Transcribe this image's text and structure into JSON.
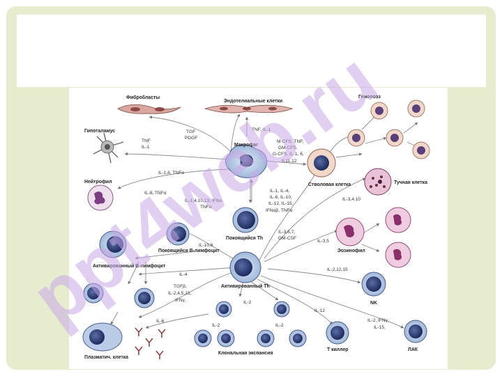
{
  "slide": {
    "title": "",
    "accent": "#e7eccf",
    "watermark_text": "ppt4web.ru",
    "watermark_color": "#c8a8e6"
  },
  "diagram": {
    "cells": {
      "fibroblasts": "Фибробласты",
      "endothelial": "Эндотелиальные клетки",
      "hypothalamus": "Гипоталамус",
      "macrophage": "Макрофаг",
      "hemopoiesis": "Гемопоэз",
      "neutrophil": "Нейтрофил",
      "stem_cell": "Стволовая клетка",
      "mast_cell": "Тучная клетка",
      "activated_b": "Активированный В-лимфоцит",
      "resting_b": "Покоящийся В-лимфоцит",
      "resting_th": "Покоящийся Th",
      "eosinophil": "Эозинофил",
      "activated_th": "Активированный Th",
      "nk": "NK",
      "plasma_cell": "Плазматич. клетка",
      "clonal_expansion": "Клональная экспансия",
      "t_killer": "Т киллер",
      "lak": "ЛАК"
    },
    "arrows": {
      "tnf_il1": [
        "TNF",
        "IL-1"
      ],
      "tgf_pdgf": [
        "TGF",
        "PDGF"
      ],
      "endo_tnf": "TNF, IL-1",
      "il1_6_tnf": "IL-1,6, TNFα",
      "il8_tnf": "IL-8, TNFα",
      "mac_stem": [
        "M-CFS, TNF,",
        "GM-CFS,",
        "G-CFS, IL-1, 6,",
        "8,11,12"
      ],
      "mac_th": [
        "IL-1,4,10,13, IFNα,",
        "TNFα"
      ],
      "th_mac": [
        "IL-1, IL-4,",
        "IL-6, IL-10,",
        "IL-12, IL-15,",
        "IFNαβ, TNFα"
      ],
      "th_stem": [
        "IL-3,6,7,",
        "GM-CSF"
      ],
      "mast": "IL-3,4,10",
      "b_act": "IL-10,6",
      "eos": "IL-3,5",
      "th_b": "IL-4",
      "b_prolif": [
        "TGFβ,",
        "IL-2,4,5,13,",
        "IFNγ,"
      ],
      "nk_arrow": "IL-2,12,15",
      "il2": "IL-2",
      "il6": "IL-6",
      "il12": "IL-12",
      "lak_arrow": [
        "IL-2, IFNγ,",
        "IL-15,"
      ],
      "il2_left": "IL-2",
      "il2_right": "IL-2"
    }
  }
}
